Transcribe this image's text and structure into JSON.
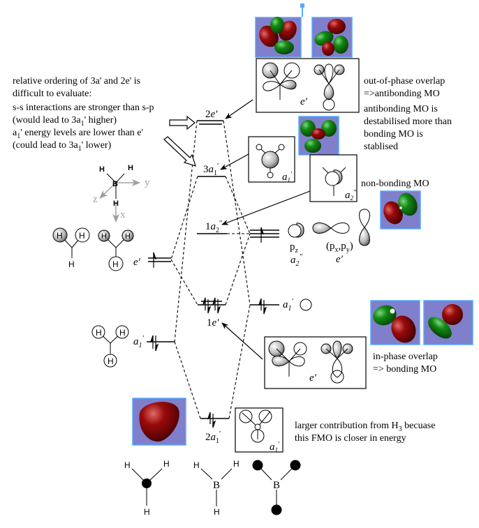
{
  "notes": {
    "ordering": {
      "line1": "relative ordering of 3a' and 2e' is",
      "line2": "difficult to evaluate:",
      "line3": "s-s interactions are stronger than s-p",
      "line4_pre": "(would lead to 3a",
      "line4_sub": "1",
      "line4_post": "' higher)",
      "line5_pre": "a",
      "line5_sub": "1",
      "line5_post": "' energy levels are lower than e'",
      "line6_pre": "(could lead to 3a",
      "line6_sub": "1",
      "line6_post": "' lower)"
    },
    "antibonding": {
      "line1": "out-of-phase overlap",
      "line2": "=>antibonding MO",
      "line3": "antibonding MO is",
      "line4": "destabilised more than",
      "line5": "bonding MO is",
      "line6": "stablised"
    },
    "nonbonding": "non-bonding MO",
    "bonding": {
      "line1": "in-phase overlap",
      "line2": "=> bonding MO"
    },
    "fmo": {
      "line1_pre": "larger contribution from H",
      "line1_sub": "3",
      "line1_post": " becuase",
      "line2": "this FMO is closer in energy"
    }
  },
  "levels": {
    "mo_2e": {
      "num": "2",
      "sym": "e",
      "prime": "′"
    },
    "mo_3a1": {
      "num": "3",
      "sym": "a",
      "sub": "1",
      "prime": "′"
    },
    "mo_1a2": {
      "num": "1",
      "sym": "a",
      "sub": "2",
      "prime": "″"
    },
    "mo_1e": {
      "num": "1",
      "sym": "e",
      "prime": "′"
    },
    "mo_2a1": {
      "num": "2",
      "sym": "a",
      "sub": "1",
      "prime": "′"
    },
    "h3_e": {
      "sym": "e",
      "prime": "′"
    },
    "h3_a1": {
      "sym": "a",
      "sub": "1",
      "prime": "′"
    },
    "b_a1": {
      "sym": "a",
      "sub": "1",
      "prime": "′"
    }
  },
  "box_labels": {
    "e_top": "e′",
    "a1_box": "a",
    "a1_box_sub": "1",
    "a1_box_prime": "′",
    "a2_box": "a",
    "a2_box_sub": "2",
    "a2_box_prime": "″",
    "e_bottom": "e′",
    "a1_bottom": "a",
    "a1_bottom_sub": "1",
    "a1_bottom_prime": "′"
  },
  "boron_orbitals": {
    "pz": "p",
    "pz_sub": "z",
    "pz_sym": "a",
    "pz_sym_sub": "2",
    "pz_sym_prime": "″",
    "pxpy_open": "(p",
    "px_sub": "x",
    "pxpy_mid": ",p",
    "py_sub": "y",
    "pxpy_close": ")",
    "pxpy_sym": "e′"
  },
  "axes": {
    "atom_b": "B",
    "atom_h": "H",
    "x": "x",
    "y": "y",
    "z": "z"
  },
  "structures": {
    "h": "H",
    "b": "B"
  },
  "colors": {
    "mo_background": "#7f7fcc",
    "mo_frame": "#55aaff",
    "lobe_red": "#8b0000",
    "lobe_green": "#0f7a0f",
    "axis_gray": "#a0a0a0"
  }
}
